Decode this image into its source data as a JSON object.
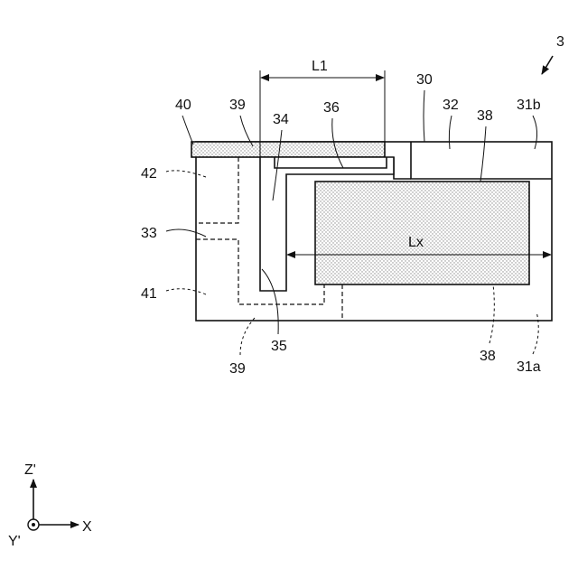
{
  "figure": {
    "number": "3",
    "dimensions": {
      "l1": "L1",
      "lx": "Lx"
    },
    "labels": {
      "r30": "30",
      "r31a": "31a",
      "r31b": "31b",
      "r32": "32",
      "r33": "33",
      "r34": "34",
      "r35": "35",
      "r36": "36",
      "r38_top": "38",
      "r38_bottom": "38",
      "r39_top": "39",
      "r39_bottom": "39",
      "r40": "40",
      "r41": "41",
      "r42": "42"
    },
    "axes": {
      "z": "Z'",
      "x": "X",
      "y": "Y'"
    }
  },
  "colors": {
    "ink": "#111111",
    "hatch": "#c8c8c8"
  }
}
